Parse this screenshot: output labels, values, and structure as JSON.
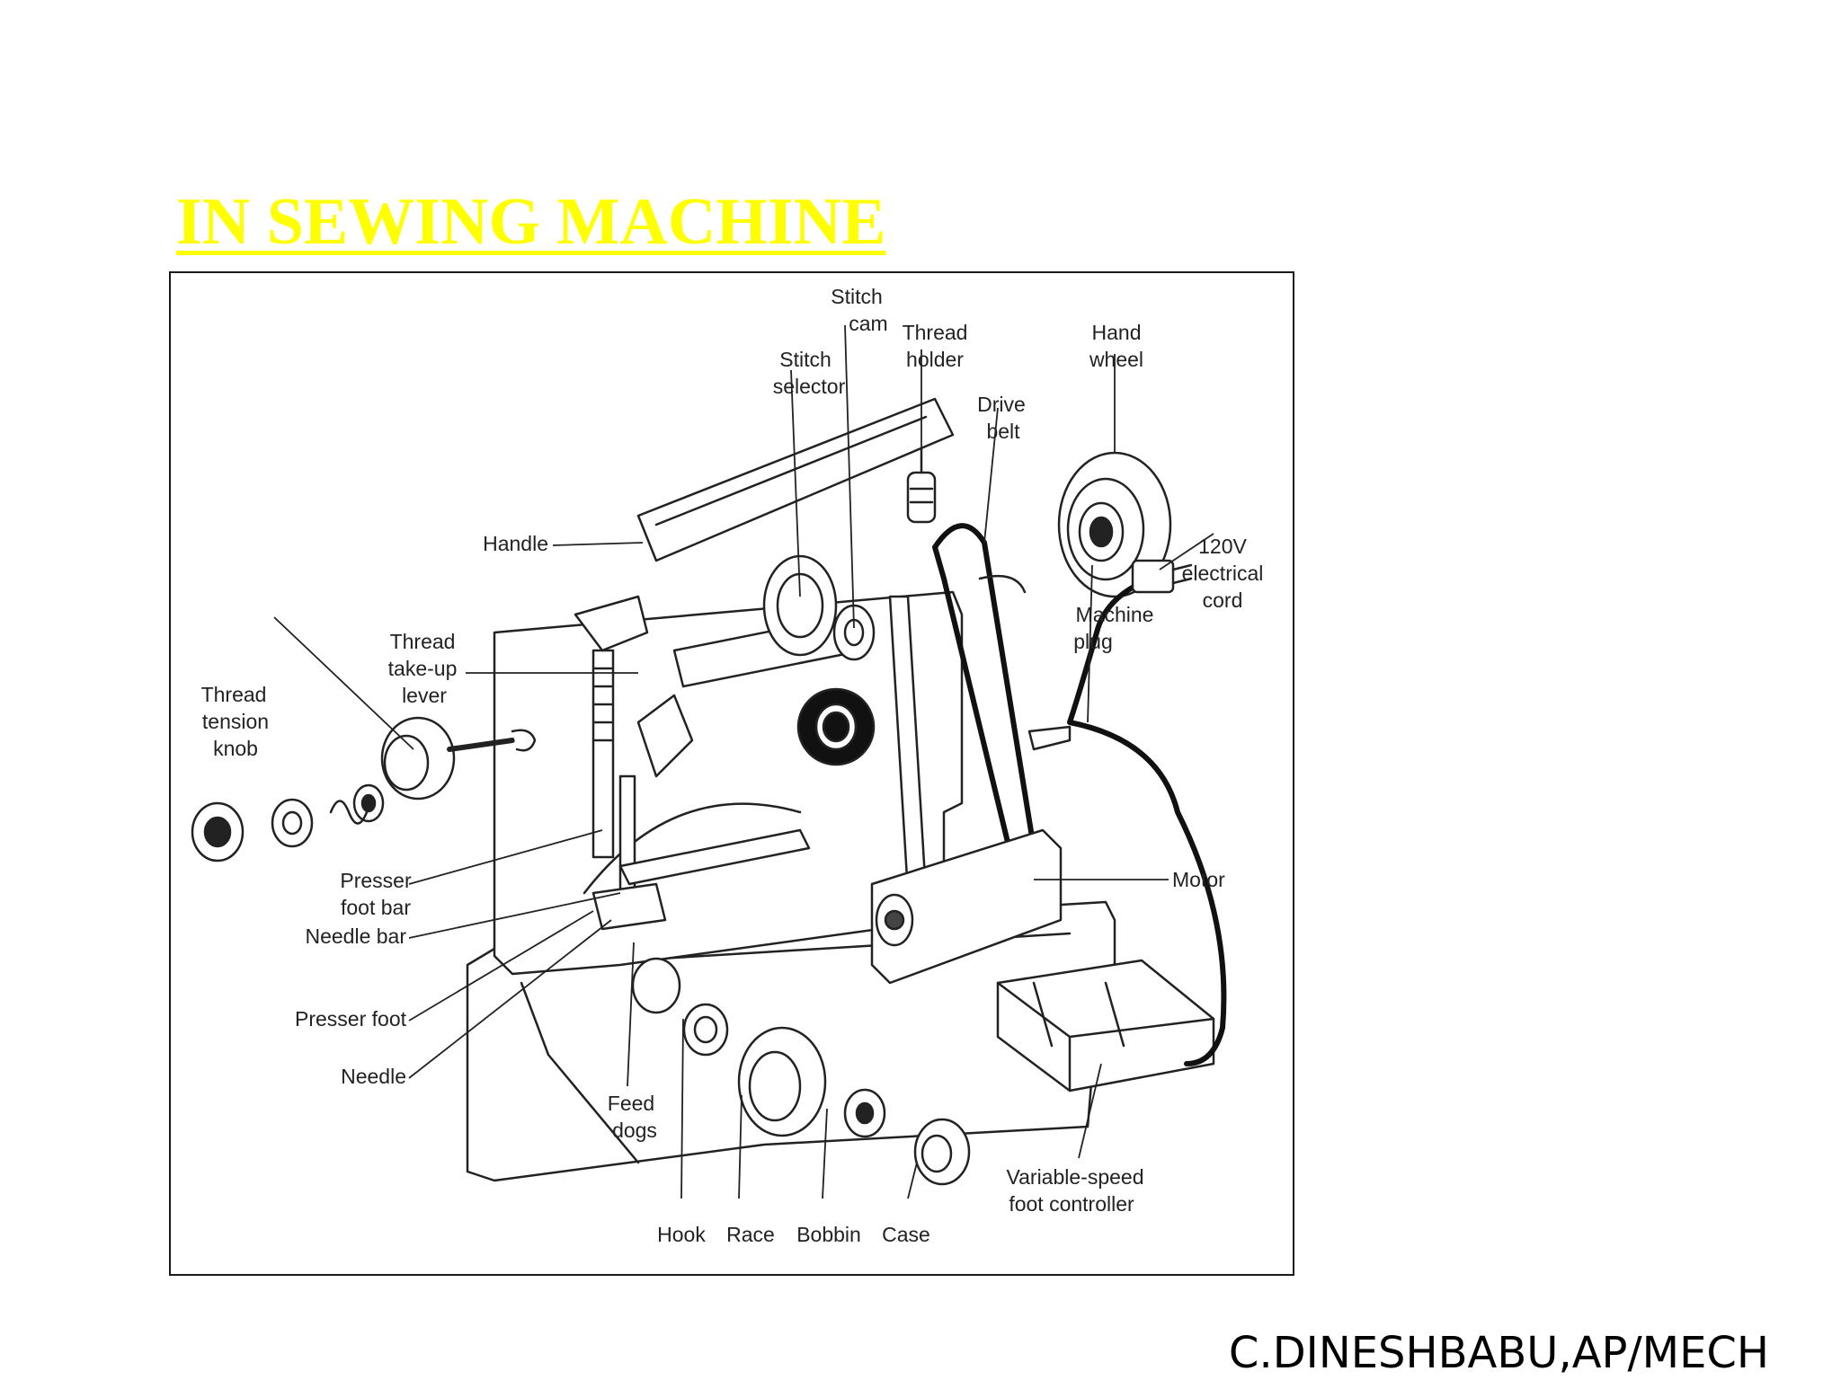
{
  "slide": {
    "title": "IN SEWING MACHINE",
    "footer": "C.DINESHBABU,AP/MECH"
  },
  "diagram": {
    "labels": {
      "stitch_cam": [
        "Stitch",
        "cam"
      ],
      "thread_holder": [
        "Thread",
        "holder"
      ],
      "hand_wheel": [
        "Hand",
        "wheel"
      ],
      "stitch_selector": [
        "Stitch",
        "selector"
      ],
      "drive_belt": [
        "Drive",
        "belt"
      ],
      "handle": [
        "Handle"
      ],
      "cord": [
        "120V",
        "electrical",
        "cord"
      ],
      "machine_plug": [
        "Machine",
        "plug"
      ],
      "take_up_lever": [
        "Thread",
        "take-up",
        "lever"
      ],
      "tension_knob": [
        "Thread",
        "tension",
        "knob"
      ],
      "motor": [
        "Motor"
      ],
      "presser_foot_bar": [
        "Presser",
        "foot bar"
      ],
      "needle_bar": [
        "Needle bar"
      ],
      "presser_foot": [
        "Presser foot"
      ],
      "needle": [
        "Needle"
      ],
      "feed_dogs": [
        "Feed",
        "dogs"
      ],
      "foot_controller": [
        "Variable-speed",
        "foot controller"
      ],
      "hook": [
        "Hook"
      ],
      "race": [
        "Race"
      ],
      "bobbin": [
        "Bobbin"
      ],
      "case": [
        "Case"
      ]
    }
  }
}
